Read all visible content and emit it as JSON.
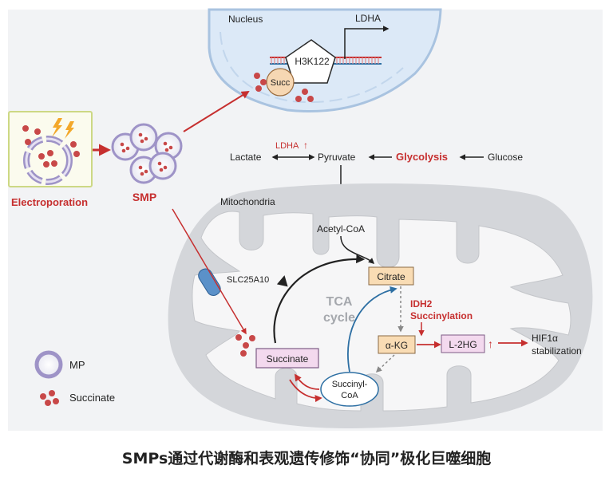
{
  "nucleus": {
    "label": "Nucleus",
    "gene": "LDHA",
    "histone": "H3K122",
    "mark": "Succ"
  },
  "electroporation": {
    "label": "Electroporation"
  },
  "smp": {
    "label": "SMP"
  },
  "glycolysis": {
    "lactate": "Lactate",
    "pyruvate": "Pyruvate",
    "glucose": "Glucose",
    "process": "Glycolysis",
    "enzyme": "LDHA",
    "enzyme_arrow": "↑"
  },
  "mitochondria": {
    "label": "Mitochondria",
    "transporter": "SLC25A10",
    "acetyl_coa": "Acetyl-CoA",
    "citrate": "Citrate",
    "tca_line1": "TCA",
    "tca_line2": "cycle",
    "idh2_line1": "IDH2",
    "idh2_line2": "Succinylation",
    "akg": "α-KG",
    "l2hg": "L-2HG",
    "l2hg_arrow": "↑",
    "succinate": "Succinate",
    "succinyl_line1": "Succinyl-",
    "succinyl_line2": "CoA"
  },
  "hif": {
    "line1": "HIF1α",
    "line2": "stabilization"
  },
  "legend": {
    "mp": "MP",
    "succinate": "Succinate"
  },
  "caption": "SMPs通过代谢酶和表观遗传修饰“协同”极化巨噬细胞",
  "colors": {
    "red": "#c62f2f",
    "nucleus_fill": "#dce9f7",
    "panel_bg": "#f2f3f5",
    "mito_outer": "#d4d6da",
    "mito_inner": "#f6f6f7",
    "citrate_fill": "#f9dcb4",
    "succinate_fill": "#f3d9ee",
    "blue": "#2d6fa3"
  }
}
